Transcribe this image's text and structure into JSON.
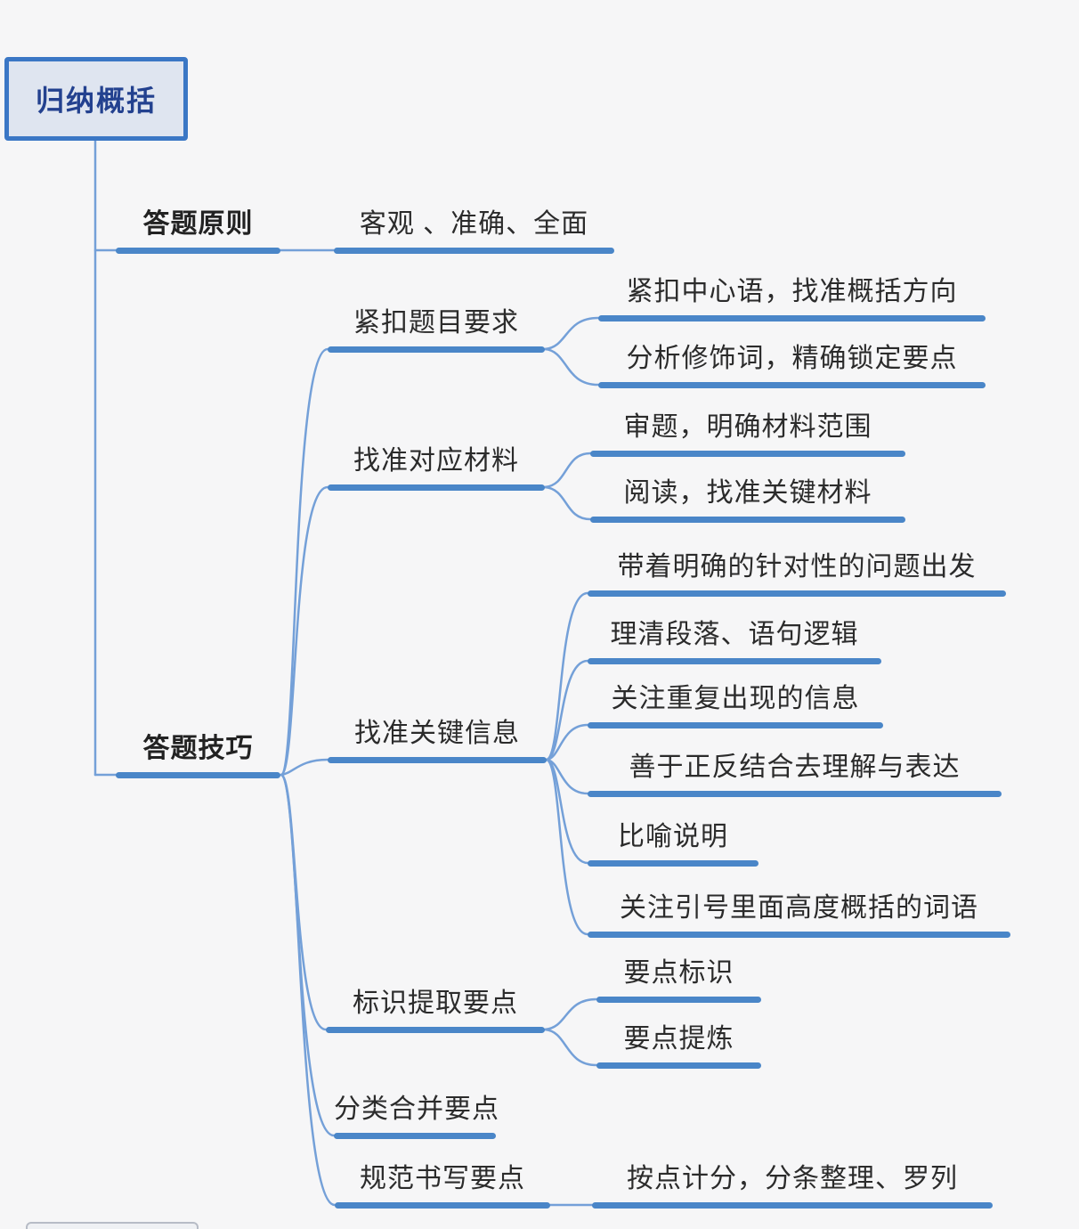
{
  "colors": {
    "background": "#f6f6f7",
    "underline_accent": "#4a86c8",
    "connector_line": "#74a0d8",
    "root_border": "#3b77c5",
    "root_fill": "#dfe5f0",
    "root_text": "#23418f",
    "node_text": "#2b2b2b"
  },
  "root": {
    "label": "归纳概括"
  },
  "branches": [
    {
      "label": "答题原则",
      "children": [
        {
          "label": "客观 、准确、全面"
        }
      ]
    },
    {
      "label": "答题技巧",
      "children": [
        {
          "label": "紧扣题目要求",
          "children": [
            {
              "label": "紧扣中心语，找准概括方向"
            },
            {
              "label": "分析修饰词，精确锁定要点"
            }
          ]
        },
        {
          "label": "找准对应材料",
          "children": [
            {
              "label": "审题，明确材料范围"
            },
            {
              "label": "阅读，找准关键材料"
            }
          ]
        },
        {
          "label": "找准关键信息",
          "children": [
            {
              "label": "带着明确的针对性的问题出发"
            },
            {
              "label": "理清段落、语句逻辑"
            },
            {
              "label": "关注重复出现的信息"
            },
            {
              "label": "善于正反结合去理解与表达"
            },
            {
              "label": "比喻说明"
            },
            {
              "label": "关注引号里面高度概括的词语"
            }
          ]
        },
        {
          "label": "标识提取要点",
          "children": [
            {
              "label": "要点标识"
            },
            {
              "label": "要点提炼"
            }
          ]
        },
        {
          "label": "分类合并要点",
          "children": []
        },
        {
          "label": "规范书写要点",
          "children": [
            {
              "label": "按点计分，分条整理、罗列"
            }
          ]
        }
      ]
    }
  ]
}
